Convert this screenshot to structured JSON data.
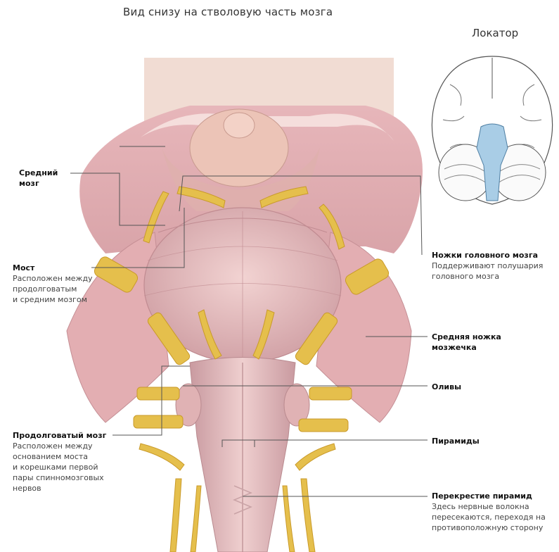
{
  "title": "Вид снизу на стволовую часть мозга",
  "locator_title": "Локатор",
  "labels": {
    "midbrain": {
      "name": "Средний\nмозг"
    },
    "pons": {
      "name": "Мост",
      "desc": "Расположен между\nпродолговатым\nи средним мозгом"
    },
    "medulla": {
      "name": "Продолговатый мозг",
      "desc": "Расположен между\nоснованием моста\nи корешками первой\nпары спинномозговых\nнервов"
    },
    "cerebral_peduncles": {
      "name": "Ножки головного мозга",
      "desc": "Поддерживают полушария\nголовного мозга"
    },
    "middle_cerebellar_peduncle": {
      "name": "Средняя ножка\nмозжечка"
    },
    "olives": {
      "name": "Оливы"
    },
    "pyramids": {
      "name": "Пирамиды"
    },
    "pyramidal_decussation": {
      "name": "Перекрестие пирамид",
      "desc": "Здесь нервные волокна\nпересекаются, переходя на\nпротивоположную сторону"
    }
  },
  "colors": {
    "tissue_pink": "#e8b9bd",
    "tissue_light": "#f3d6d4",
    "nerve_yellow": "#e5bf4c",
    "locator_highlight": "#a9cde6",
    "leader_line": "#555555"
  }
}
